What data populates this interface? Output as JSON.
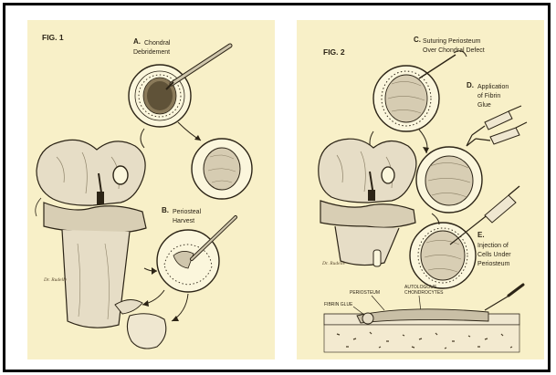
{
  "colors": {
    "panel_bg": "#f8f0c8",
    "ink": "#2c2416",
    "bone_shade": "#c9bfa6",
    "frame": "#000000"
  },
  "fig1": {
    "fig_label": "FIG. 1",
    "step_a": {
      "letter": "A.",
      "lines": [
        "Chondral",
        "Debridement"
      ]
    },
    "step_b": {
      "letter": "B.",
      "lines": [
        "Periosteal",
        "Harvest"
      ]
    },
    "signature": "Dr. Rudelle"
  },
  "fig2": {
    "fig_label": "FIG. 2",
    "step_c": {
      "letter": "C.",
      "lines": [
        "Suturing Periosteum",
        "Over Chondral Defect"
      ]
    },
    "step_d": {
      "letter": "D.",
      "lines": [
        "Application",
        "of Fibrin",
        "Glue"
      ]
    },
    "step_e": {
      "letter": "E.",
      "lines": [
        "Injection of",
        "Cells Under",
        "Periosteum"
      ]
    },
    "labels": {
      "periosteum": "PERIOSTEUM",
      "fibrin_glue": "FIBRIN GLUE",
      "chondrocytes_1": "AUTOLOGOUS",
      "chondrocytes_2": "CHONDROCYTES"
    },
    "signature": "Dr. Rudelle"
  }
}
